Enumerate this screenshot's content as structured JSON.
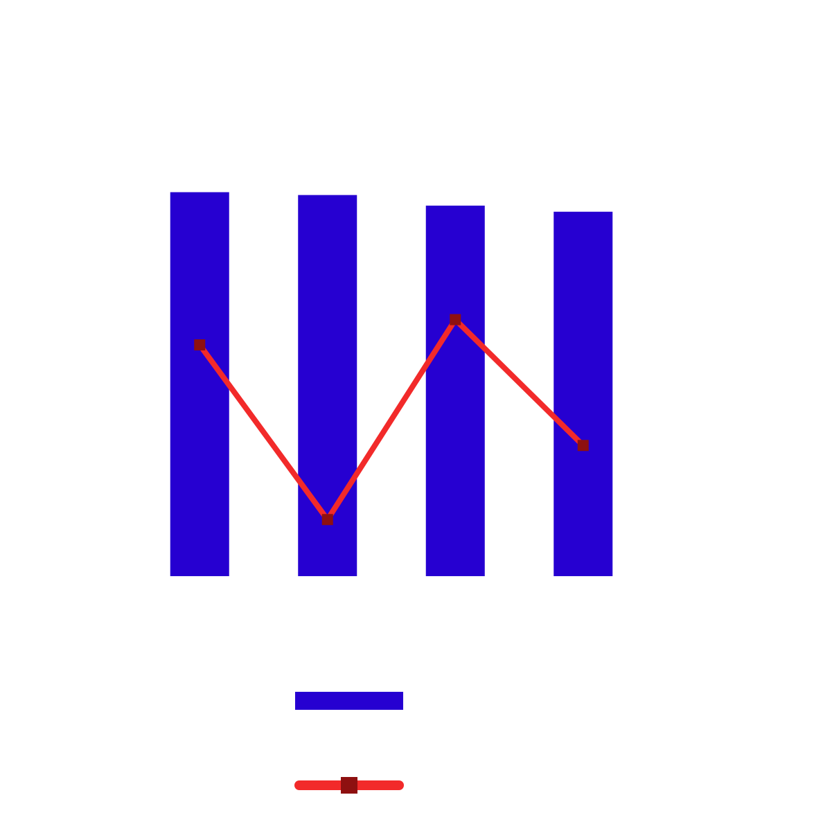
{
  "chart_data": {
    "type": "bar",
    "categories": [
      "",
      "",
      "",
      ""
    ],
    "ylim": [
      0,
      100
    ],
    "grid": false,
    "legend_placement": "bottom-center",
    "series": [
      {
        "type": "bar",
        "color": "#2600d1",
        "values": [
          94.3,
          93.6,
          91.0,
          89.5
        ]
      },
      {
        "type": "line",
        "color": "#f22a2a",
        "marker": "square",
        "marker_color": "#8e1010",
        "values": [
          56.8,
          13.9,
          63.0,
          32.1
        ]
      }
    ],
    "legend": [
      {
        "series_index": 0
      },
      {
        "series_index": 1
      }
    ]
  }
}
